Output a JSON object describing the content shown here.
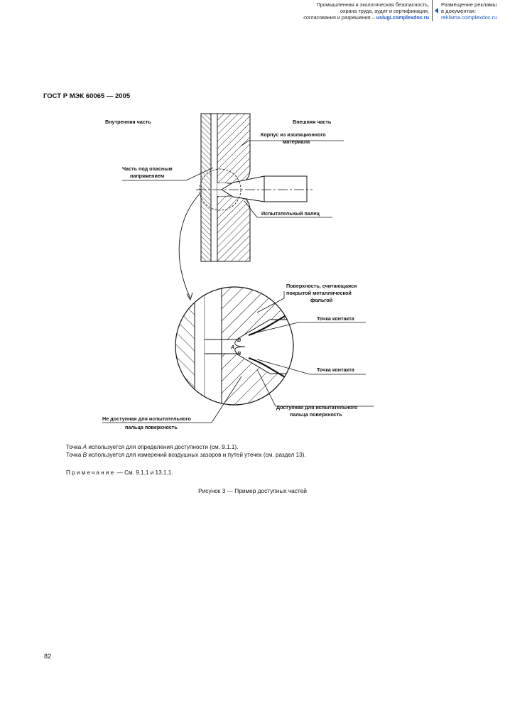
{
  "banner": {
    "line1": "Промышленная и экологическая безопасность,",
    "line2": "охрана труда, аудит и сертификация,",
    "line3_prefix": "согласования и разрешения –",
    "line3_link": "uslugi.complexdoc.ru",
    "right_line1": "Размещение рекламы",
    "right_line2": "в документах:",
    "right_link": "reklama.complexdoc.ru"
  },
  "header": {
    "title": "ГОСТ Р МЭК 60065 — 2005"
  },
  "figure": {
    "labels": {
      "inner": "Внутренняя часть",
      "outer": "Внешняя часть",
      "housing_1": "Корпус из изоляционного",
      "housing_2": "материала",
      "live_1": "Часть под опасным",
      "live_2": "напряжением",
      "finger": "Испытательный палец",
      "surface_1": "Поверхность, считающаяся",
      "surface_2": "покрытой металлической",
      "surface_3": "фольгой",
      "contact_top": "Точка контакта",
      "contact_bottom": "Точка контакта",
      "accessible_1": "Доступная для испытательного",
      "accessible_2": "пальца поверхность",
      "not_accessible_1": "Не доступная для испытательного",
      "not_accessible_2": "пальца поверхность",
      "point_a": "A",
      "point_b1": "B",
      "point_b2": "B"
    }
  },
  "text": {
    "line1_prefix": "Точка ",
    "line1_point": "А",
    "line1_suffix": " используется для определения доступности (см. 9.1.1).",
    "line2_prefix": "Точка ",
    "line2_point": "В",
    "line2_suffix": " используется для измерений воздушных зазоров и путей утечек (см. раздел 13).",
    "note_label": "Примечание",
    "note_text": " — См. 9.1.1 и 13.1.1.",
    "caption": "Рисунок 3 — Пример доступных частей"
  },
  "footer": {
    "page_number": "82"
  }
}
